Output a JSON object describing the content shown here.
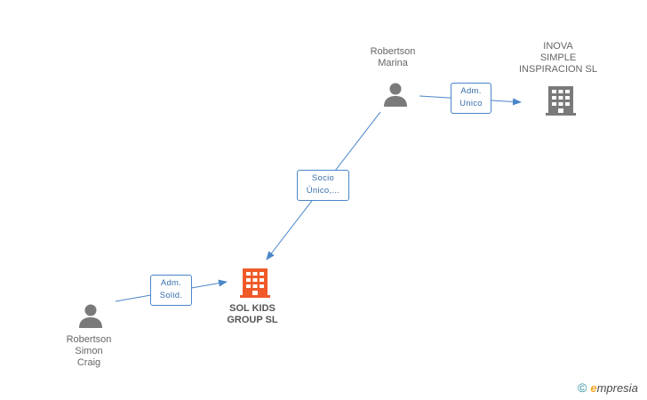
{
  "nodes": {
    "marina": {
      "label": "Robertson\nMarina",
      "icon": "person-icon"
    },
    "inova": {
      "label": "INOVA\nSIMPLE\nINSPIRACION SL",
      "icon": "building-icon"
    },
    "solkids": {
      "label": "SOL KIDS\nGROUP SL",
      "icon": "building-icon",
      "color": "#f05a28"
    },
    "simon": {
      "label": "Robertson\nSimon\nCraig",
      "icon": "person-icon"
    }
  },
  "edges": {
    "marina_inova": {
      "label": "Adm.\nUnico"
    },
    "marina_solkids": {
      "label": "Socio\nÚnico,..."
    },
    "simon_solkids": {
      "label": "Adm.\nSolid."
    }
  },
  "colors": {
    "edge": "#4a86c8",
    "person": "#7a7a7a",
    "building": "#7a7a7a",
    "main_building": "#f05a28"
  },
  "brand": {
    "copyright": "©",
    "e": "e",
    "rest": "mpresia"
  }
}
